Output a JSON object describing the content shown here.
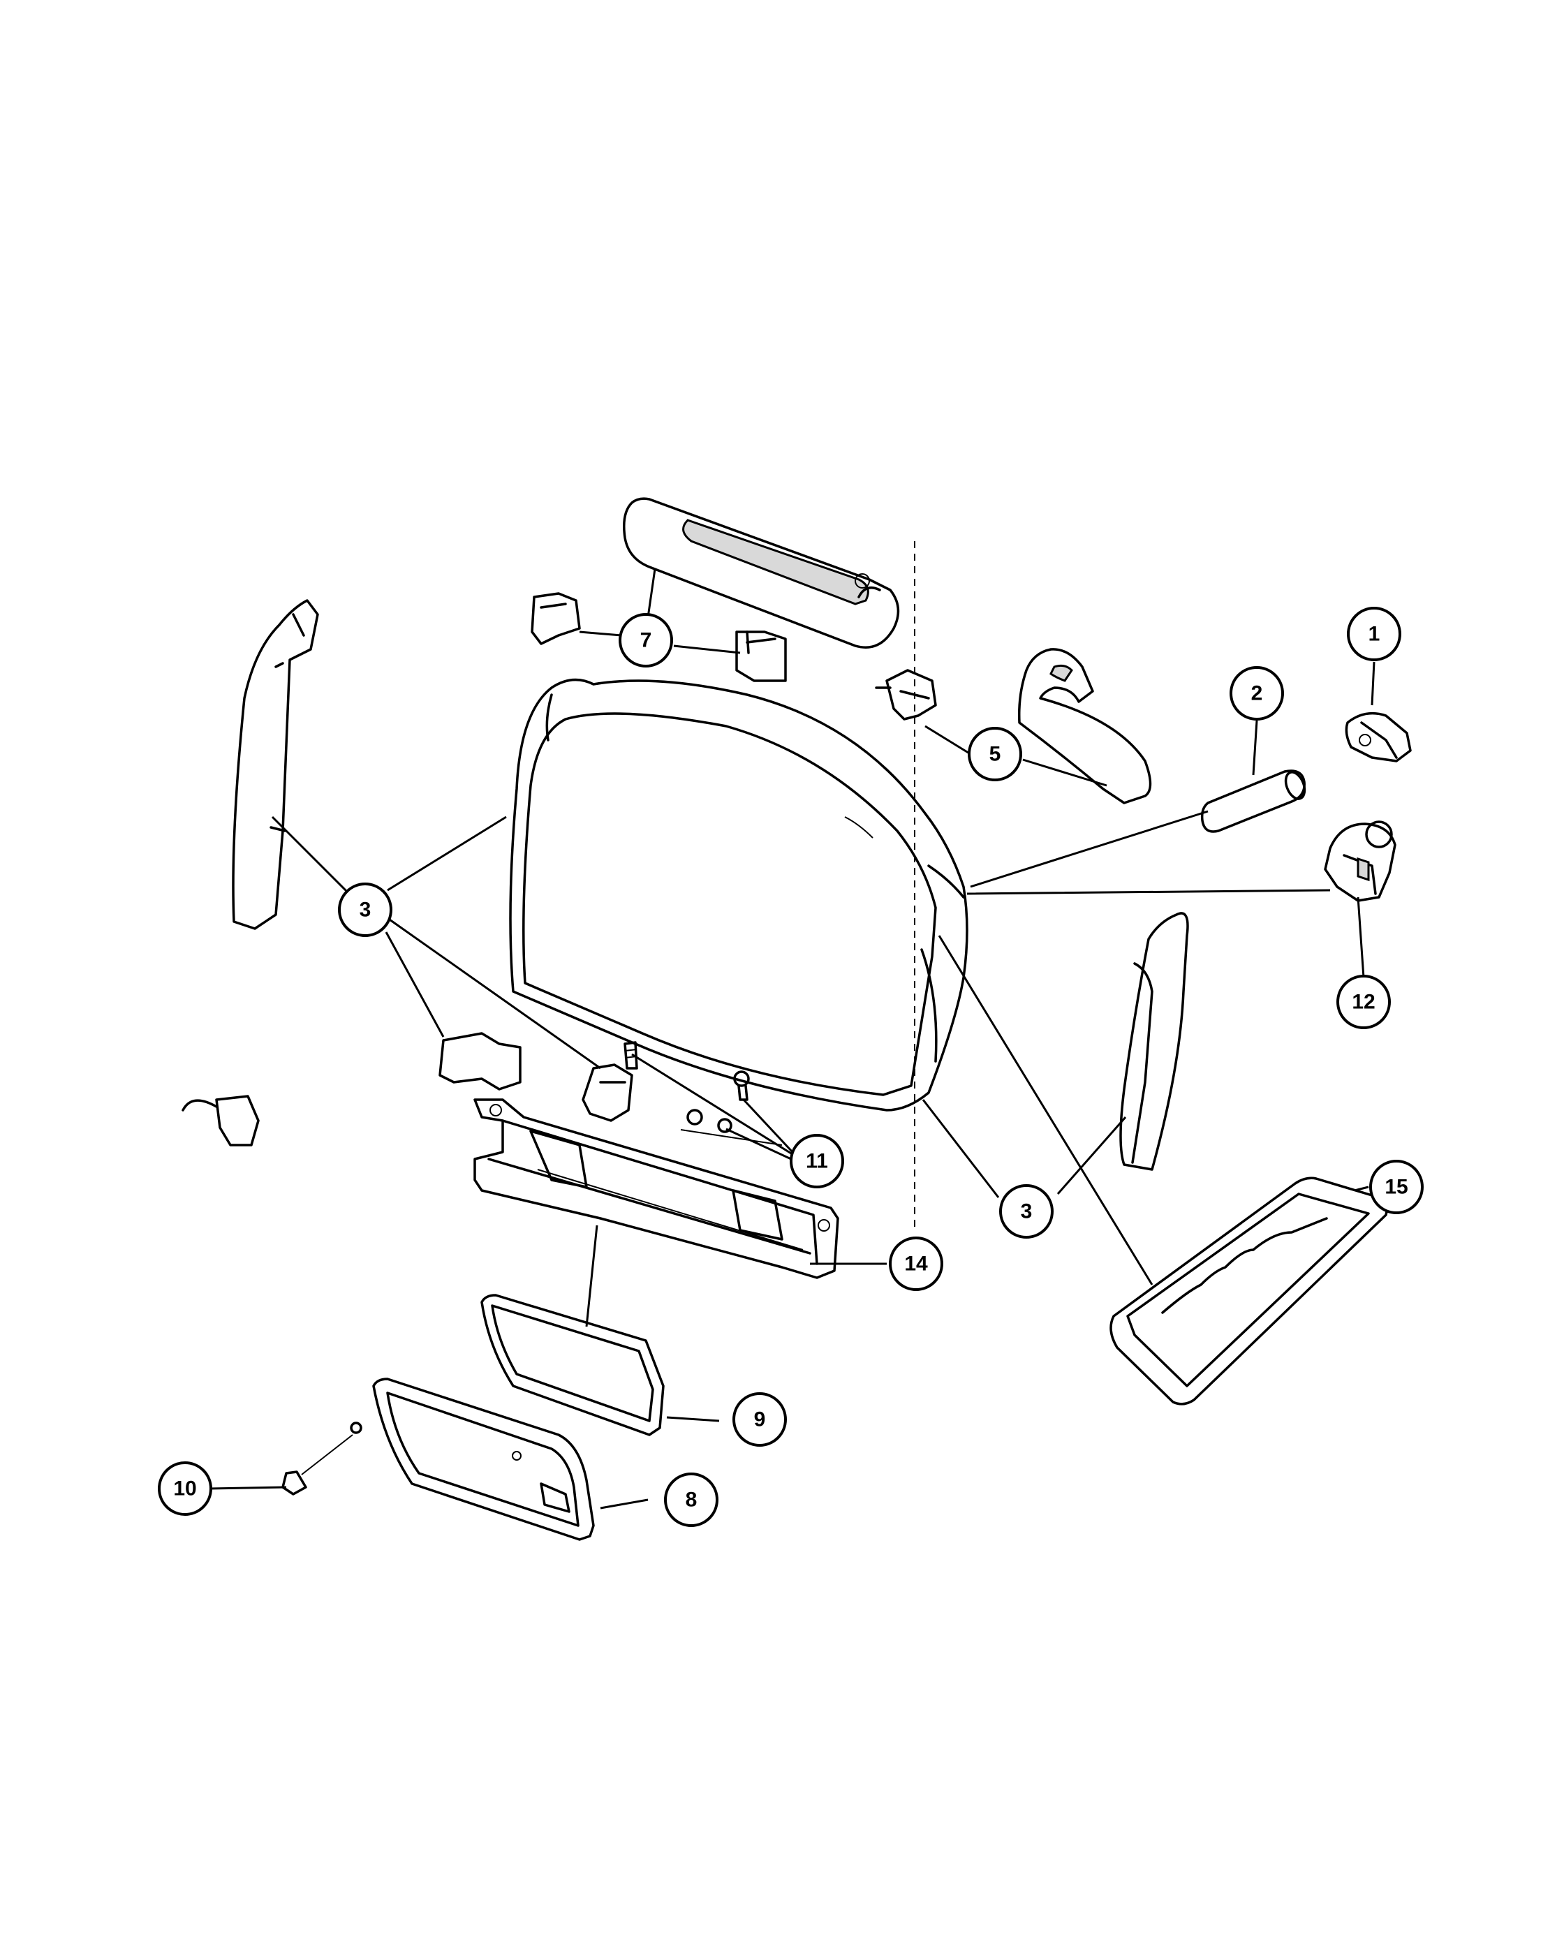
{
  "callouts": [
    {
      "id": "1",
      "label": "1"
    },
    {
      "id": "2",
      "label": "2"
    },
    {
      "id": "3a",
      "label": "3"
    },
    {
      "id": "3b",
      "label": "3"
    },
    {
      "id": "5",
      "label": "5"
    },
    {
      "id": "7",
      "label": "7"
    },
    {
      "id": "8",
      "label": "8"
    },
    {
      "id": "9",
      "label": "9"
    },
    {
      "id": "10",
      "label": "10"
    },
    {
      "id": "11",
      "label": "11"
    },
    {
      "id": "12",
      "label": "12"
    },
    {
      "id": "14",
      "label": "14"
    },
    {
      "id": "15",
      "label": "15"
    }
  ]
}
